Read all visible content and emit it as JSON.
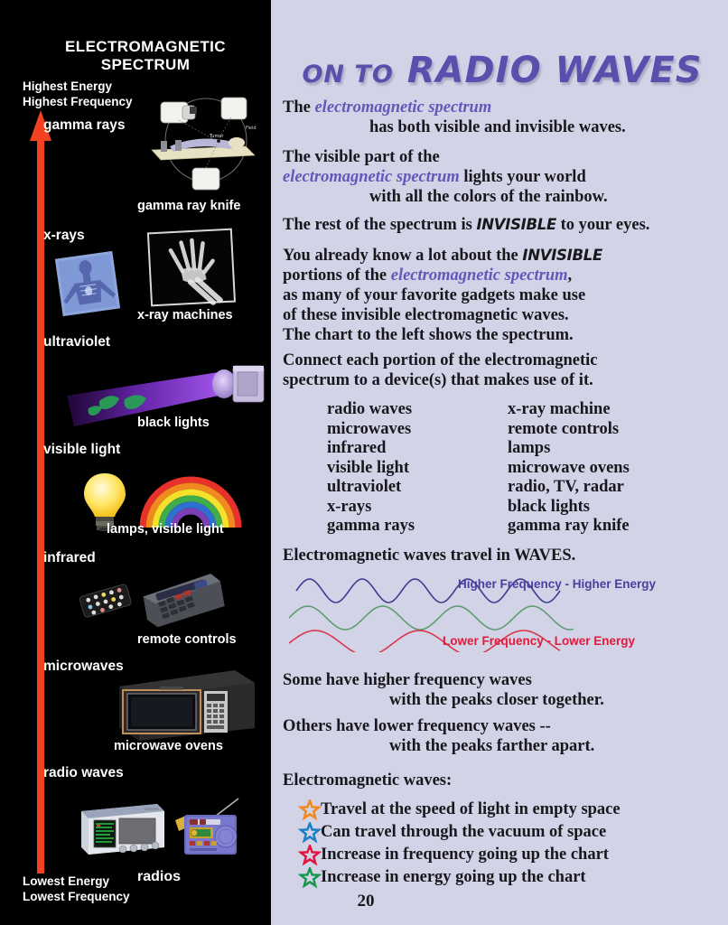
{
  "spectrum": {
    "title": "ELECTROMAGNETIC\nSPECTRUM",
    "highest_note": "Highest Energy\nHighest Frequency",
    "lowest_note": "Lowest Energy\nLowest Frequency",
    "arrow_color": "#f4411f",
    "bands": [
      {
        "label": "gamma rays",
        "device": "gamma ray knife"
      },
      {
        "label": "x-rays",
        "device": "x-ray machines"
      },
      {
        "label": "ultraviolet",
        "device": "black lights"
      },
      {
        "label": "visible light",
        "device": "lamps, visible light"
      },
      {
        "label": "infrared",
        "device": "remote controls"
      },
      {
        "label": "microwaves",
        "device": "microwave ovens"
      },
      {
        "label": "radio waves",
        "device": "radios"
      }
    ]
  },
  "headline": {
    "lead": "ON TO",
    "main": "RADIO WAVES"
  },
  "paragraphs": {
    "p1_a": "The ",
    "p1_em": "electromagnetic spectrum",
    "p1_b": "has both visible and invisible waves.",
    "p2_a": "The visible part of the",
    "p2_em": "electromagnetic spectrum",
    "p2_b": " lights your world",
    "p2_c": "with all the colors of the rainbow.",
    "p3_a": "The rest of the spectrum is ",
    "p3_word": "INVISIBLE",
    "p3_b": " to your eyes.",
    "p4_a": "You already know a lot about the ",
    "p4_word": "INVISIBLE",
    "p4_b": "portions of the ",
    "p4_em": "electromagnetic spectrum",
    "p4_c": ",",
    "p4_d": "as many of your favorite gadgets make use",
    "p4_e": "of these invisible electromagnetic waves.",
    "p4_f": "The chart to the left shows the spectrum.",
    "p5_a": "Connect each portion of the electromagnetic",
    "p5_b": "spectrum to a device(s) that makes use of it.",
    "p6": "Electromagnetic waves travel in WAVES.",
    "p7_a": "Some have higher frequency waves",
    "p7_b": "with the peaks closer together.",
    "p8_a": "Others have lower frequency waves --",
    "p8_b": "with the peaks farther apart.",
    "p9": "Electromagnetic waves:"
  },
  "match_lists": {
    "left": [
      "radio waves",
      "microwaves",
      "infrared",
      "visible light",
      "ultraviolet",
      "x-rays",
      "gamma rays"
    ],
    "right": [
      "x-ray machine",
      "remote controls",
      "lamps",
      "microwave ovens",
      "radio, TV, radar",
      "black lights",
      "gamma ray knife"
    ]
  },
  "wave_figure": {
    "high_label": "Higher Frequency - Higher Energy",
    "low_label": "Lower Frequency - Lower Energy",
    "waves": [
      {
        "name": "high-frequency-wave",
        "color": "#3d3d8f",
        "cycles": 5.0
      },
      {
        "name": "medium-frequency-wave",
        "color": "#5d9e72",
        "cycles": 3.8
      },
      {
        "name": "low-frequency-wave",
        "color": "#d8374b",
        "cycles": 2.6
      }
    ]
  },
  "bullets": [
    {
      "text": "Travel at the speed of light in empty space",
      "color": "#f08a1e"
    },
    {
      "text": "Can travel through the vacuum of space",
      "color": "#1a7fc4"
    },
    {
      "text": "Increase in frequency going up the chart",
      "color": "#e0143c"
    },
    {
      "text": "Increase in energy going up the chart",
      "color": "#16994e"
    }
  ],
  "page_number": "20",
  "colors": {
    "page_background": "#d3d3e8",
    "panel_background": "#000000",
    "headline_purple": "#5b4fad",
    "accent_italic": "#6357b8"
  }
}
